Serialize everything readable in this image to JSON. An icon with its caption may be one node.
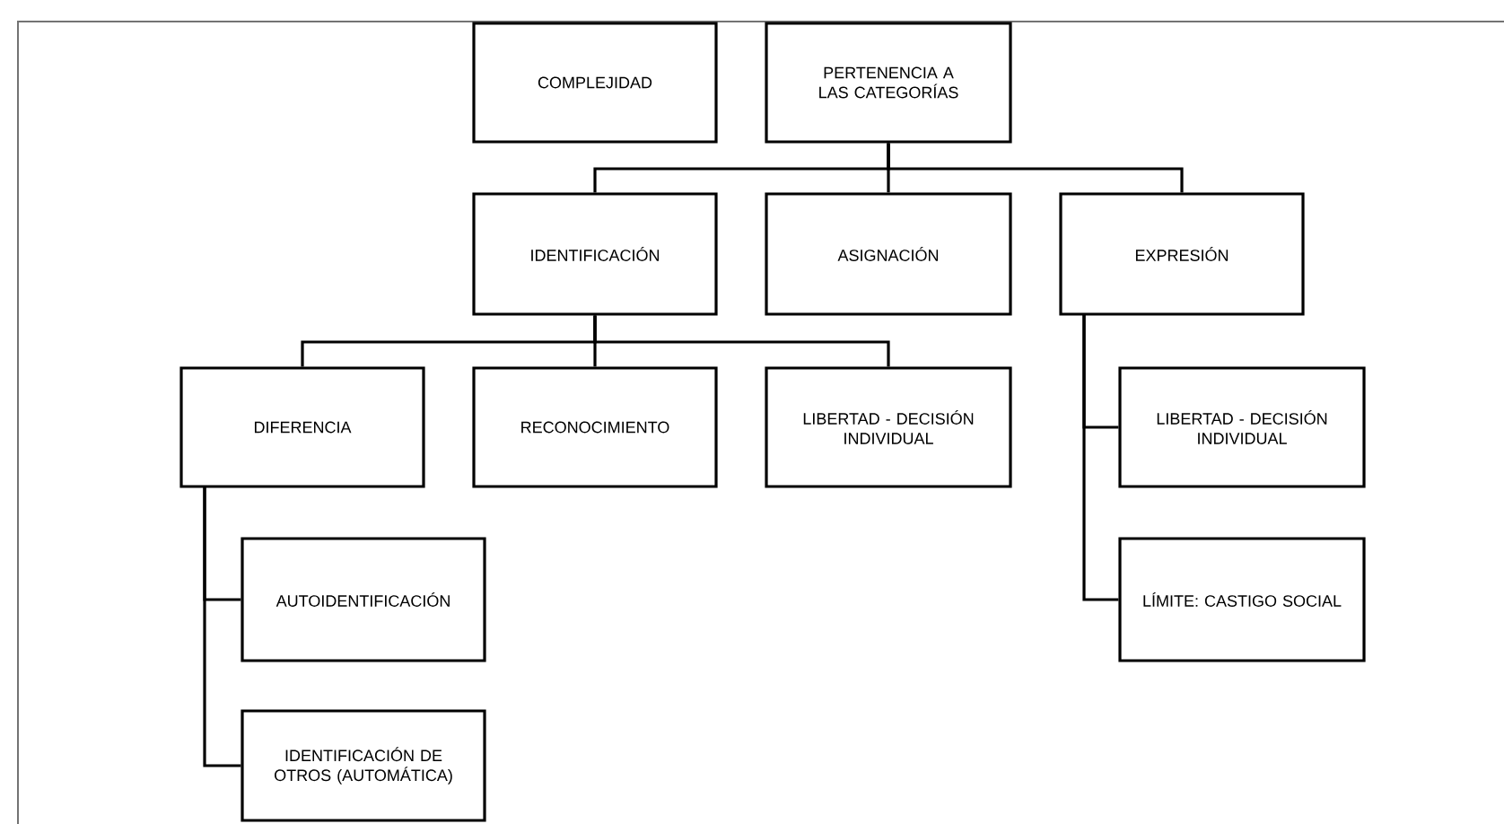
{
  "diagram": {
    "nodes": [
      {
        "text": [
          "COMPLEJIDAD"
        ]
      },
      {
        "text": [
          "PERTENENCIA A LAS CATEGORÍAS"
        ]
      },
      {
        "text": [
          "IDENTIFICACIÓN"
        ]
      },
      {
        "text": [
          "ASIGNACIÓN"
        ]
      },
      {
        "text": [
          "EXPRESIÓN"
        ]
      },
      {
        "text": [
          "DIFERENCIA"
        ]
      },
      {
        "text": [
          "RECONOCIMIENTO"
        ]
      },
      {
        "text": [
          "LIBERTAD - DECISIÓN INDIVIDUAL"
        ]
      },
      {
        "text": [
          "LIBERTAD - DECISIÓN INDIVIDUAL"
        ]
      },
      {
        "text": [
          "AUTOIDENTIFICACIÓN"
        ]
      },
      {
        "text": [
          "IDENTIFICACIÓN DE OTROS (AUTOMÁTICA)"
        ]
      },
      {
        "text": [
          "LÍMITE: CASTIGO SOCIAL"
        ]
      }
    ],
    "edges": [
      {
        "from": 1,
        "to": 2,
        "arrow": "none"
      },
      {
        "from": 1,
        "to": 3,
        "arrow": "none"
      },
      {
        "from": 1,
        "to": 4,
        "arrow": "none"
      },
      {
        "from": 2,
        "to": 5,
        "arrow": "none"
      },
      {
        "from": 2,
        "to": 6,
        "arrow": "none"
      },
      {
        "from": 2,
        "to": 7,
        "arrow": "none"
      },
      {
        "from": 4,
        "to": 8,
        "arrow": "none"
      },
      {
        "from": 4,
        "to": 11,
        "arrow": "none"
      },
      {
        "from": 5,
        "to": 9,
        "arrow": "none"
      },
      {
        "from": 5,
        "to": 10,
        "arrow": "none"
      }
    ]
  }
}
